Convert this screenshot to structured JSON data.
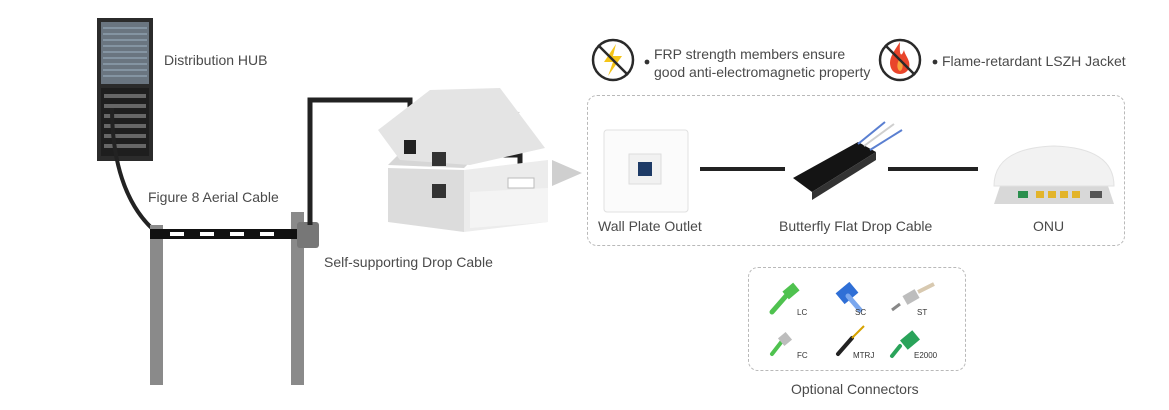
{
  "hub": {
    "label": "Distribution HUB"
  },
  "aerial": {
    "label": "Figure 8 Aerial Cable"
  },
  "drop": {
    "label": "Self-supporting Drop Cable"
  },
  "features": [
    {
      "icon": "lightning-icon",
      "text_line1": "FRP strength members ensure",
      "text_line2": "good anti-electromagnetic property"
    },
    {
      "icon": "flame-icon",
      "text": "Flame-retardant LSZH Jacket"
    }
  ],
  "chain": {
    "wall_plate": "Wall Plate Outlet",
    "butterfly": "Butterfly Flat Drop Cable",
    "onu": "ONU"
  },
  "connectors": {
    "title": "Optional Connectors",
    "items": [
      "LC",
      "SC",
      "ST",
      "FC",
      "MTRJ",
      "E2000"
    ]
  },
  "colors": {
    "accent_yellow": "#f5c518",
    "flame_red": "#e9452b",
    "connector_green": "#4fc24f",
    "connector_blue": "#2f6fd6",
    "cable_black": "#222222"
  }
}
